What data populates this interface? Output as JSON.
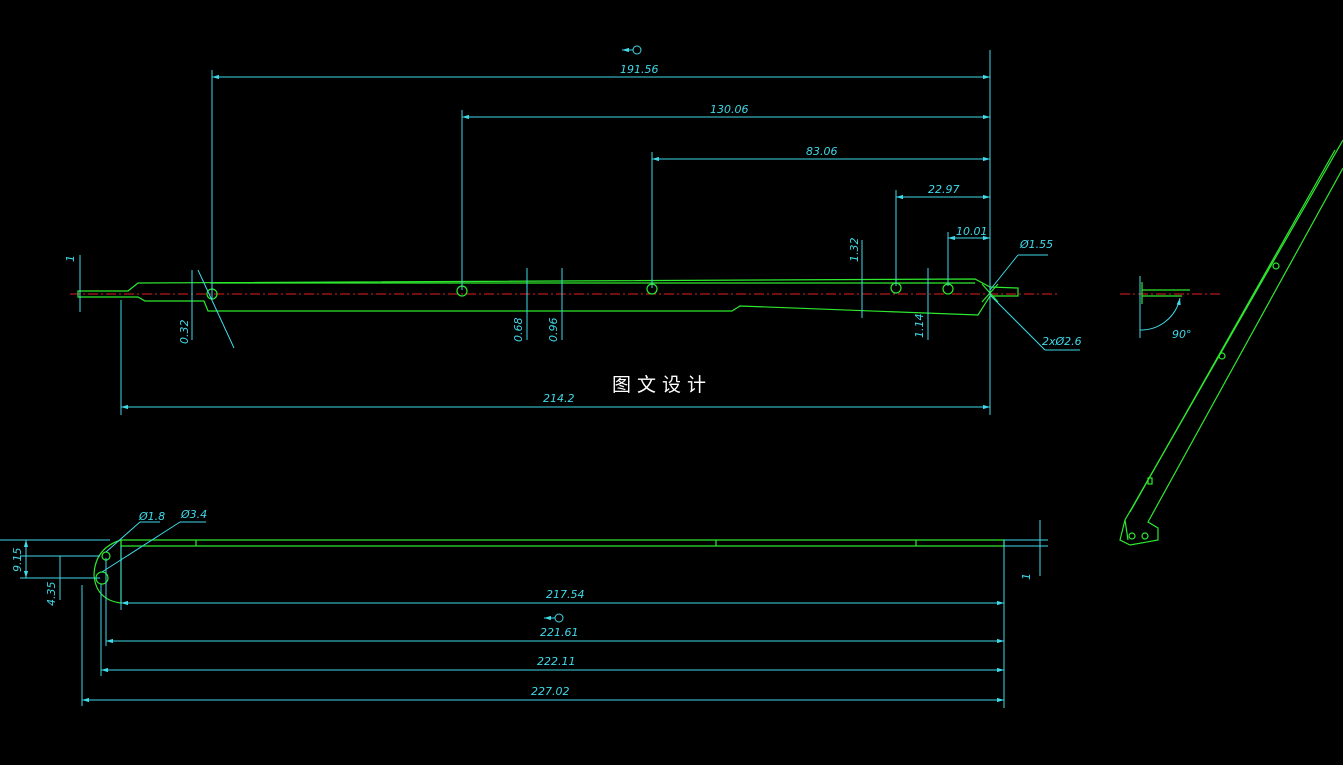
{
  "colors": {
    "background": "#000000",
    "dimension": "#3fd9e8",
    "part": "#2ee82e",
    "centerline": "#e02020"
  },
  "watermark": "图文设计",
  "top_view": {
    "dims": {
      "d191": "191.56",
      "d130": "130.06",
      "d83": "83.06",
      "d22": "22.97",
      "d10": "10.01",
      "d1": "1",
      "d132": "1.32",
      "phi155": "Ø1.55",
      "d032": "0.32",
      "d068": "0.68",
      "d096": "0.96",
      "d114": "1.14",
      "phi2": "2xØ2.6",
      "d214": "214.2",
      "ang": "90°"
    }
  },
  "bottom_view": {
    "dims": {
      "phi18": "Ø1.8",
      "phi34": "Ø3.4",
      "d915": "9.15",
      "d435": "4.35",
      "d1": "1",
      "d217": "217.54",
      "d221": "221.61",
      "d222": "222.11",
      "d227": "227.02"
    }
  }
}
